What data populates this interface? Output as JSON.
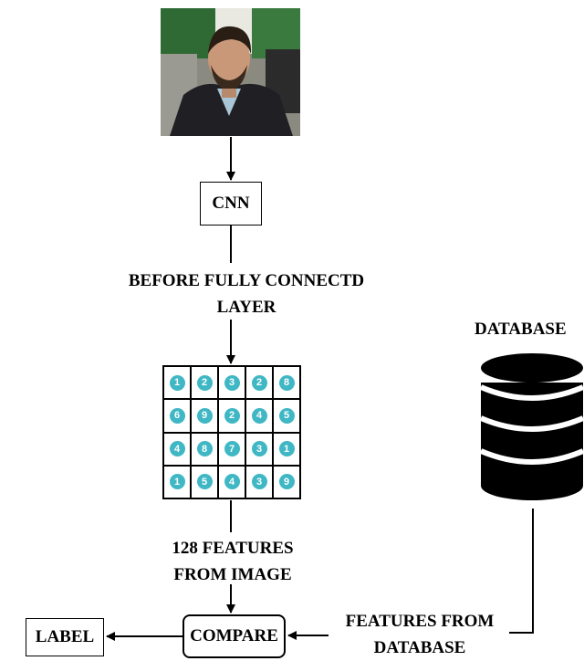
{
  "nodes": {
    "cnn": "CNN",
    "layer_caption_line1": "BEFORE FULLY CONNECTD",
    "layer_caption_line2": "LAYER",
    "features_caption_line1": "128 FEATURES",
    "features_caption_line2": "FROM IMAGE",
    "compare": "COMPARE",
    "label": "LABEL",
    "database_title": "DATABASE",
    "db_features_line1": "FEATURES FROM",
    "db_features_line2": "DATABASE"
  },
  "feature_grid": [
    [
      "1",
      "2",
      "3",
      "2",
      "8"
    ],
    [
      "6",
      "9",
      "2",
      "4",
      "5"
    ],
    [
      "4",
      "8",
      "7",
      "3",
      "1"
    ],
    [
      "1",
      "5",
      "4",
      "3",
      "9"
    ]
  ],
  "colors": {
    "dot": "#3fb7c4",
    "line": "#000000"
  }
}
